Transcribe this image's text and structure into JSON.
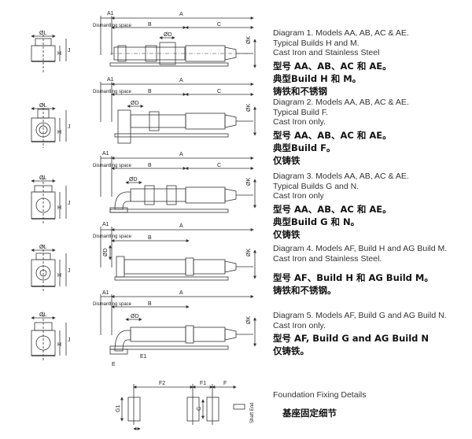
{
  "captions": [
    {
      "en": [
        "Diagram 1. Models AA, AB, AC & AE.",
        "Typical Builds H and M.",
        "Cast Iron and Stainless Steel"
      ],
      "cn": [
        "型号 AA、AB、AC 和 AE。",
        "典型Build H 和 M。",
        "铸铁和不锈钢"
      ]
    },
    {
      "en": [
        "Diagram 2. Models AA, AB, AC & AE.",
        "Typical Build F.",
        "Cast Iron only."
      ],
      "cn": [
        "型号 AA、AB、AC 和 AE。",
        "典型Build F。",
        "仅铸铁"
      ]
    },
    {
      "en": [
        "Diagram 3. Models AA, AB, AC & AE.",
        "Typical Builds G and N.",
        "Cast Iron only"
      ],
      "cn": [
        "型号 AA、AB、AC 和 AE。",
        "典型Build G 和 N。",
        "仅铸铁"
      ]
    },
    {
      "en": [
        "Diagram 4. Models AF, Build H and AG Build M.",
        "Cast Iron and Stainless Steel."
      ],
      "cn": [
        "型号 AF、Build H 和 AG Build M。",
        "铸铁和不锈钢。"
      ]
    },
    {
      "en": [
        "Diagram 5. Models AF, Build G and AG Build N.",
        "Cast Iron only."
      ],
      "cn": [
        "型号 AF, Build G and AG Build N",
        "仅铸铁。"
      ]
    }
  ],
  "foundation": {
    "en": "Foundation Fixing Details",
    "cn": "基座固定细节"
  },
  "dims": {
    "A1": "A1",
    "A": "A",
    "B": "B",
    "C": "C",
    "D": "ØD",
    "K": "ØK",
    "L": "ØL",
    "H": "H",
    "J": "J",
    "E": "E",
    "E1": "E1",
    "F": "F",
    "F1": "F1",
    "F2": "F2",
    "G": "G",
    "G1": "G1",
    "dismantling": "Dismantling space",
    "shaft_end": "Shaft End"
  }
}
